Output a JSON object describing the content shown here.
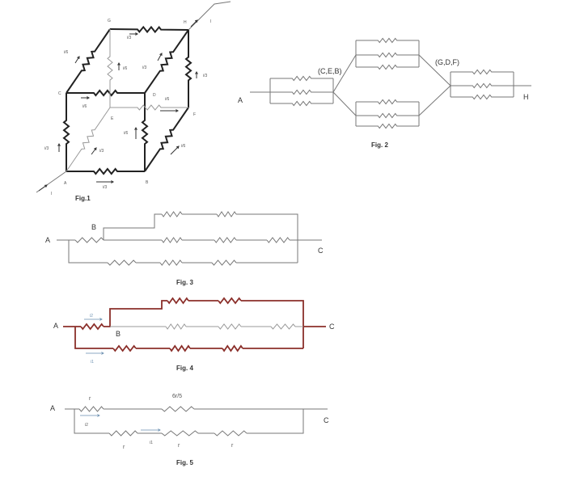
{
  "fig1": {
    "caption": "Fig.1",
    "nodes": {
      "A": "A",
      "B": "B",
      "C": "C",
      "D": "D",
      "E": "E",
      "F": "F",
      "G": "G",
      "H": "H"
    },
    "current_in": "I",
    "current_out": "I",
    "currents": {
      "GH": "i/3",
      "CG": "i/6",
      "EG": "i/6",
      "DH": "i/3",
      "FH": "i/3",
      "CD": "i/6",
      "EF": "i/6",
      "AC": "i/3",
      "AE": "i/3",
      "DB": "i/6",
      "BF": "i/6",
      "AB": "i/3"
    }
  },
  "fig2": {
    "caption": "Fig. 2",
    "A": "A",
    "H": "H",
    "node1": "(C,E,B)",
    "node2": "(G,D,F)"
  },
  "fig3": {
    "caption": "Fig. 3",
    "A": "A",
    "B": "B",
    "C": "C"
  },
  "fig4": {
    "caption": "Fig. 4",
    "A": "A",
    "B": "B",
    "C": "C",
    "i1": "i1",
    "i2": "i2",
    "color": "#8b2f2a"
  },
  "fig5": {
    "caption": "Fig. 5",
    "A": "A",
    "C": "C",
    "i1": "i1",
    "i2": "i2",
    "r_top": "r",
    "r_6_5": "6r/5",
    "r_b1": "r",
    "r_b2": "r",
    "r_b3": "r"
  }
}
